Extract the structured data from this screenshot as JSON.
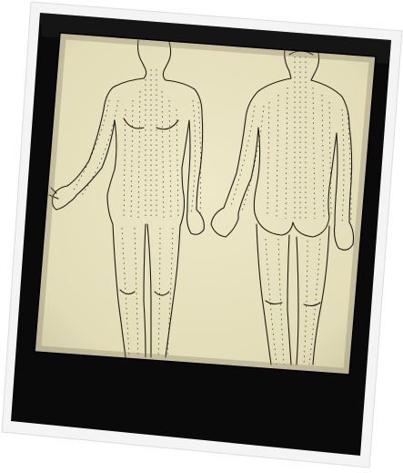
{
  "photo": {
    "subject": "acupuncture-meridian-chart",
    "frame_color": "#0a0a0a",
    "border_color": "#f2f2f2",
    "paper_color": "#e9e3c2",
    "ink_color": "#1c1a14",
    "figures": [
      "front-view-female-figure",
      "back-view-female-figure"
    ]
  }
}
